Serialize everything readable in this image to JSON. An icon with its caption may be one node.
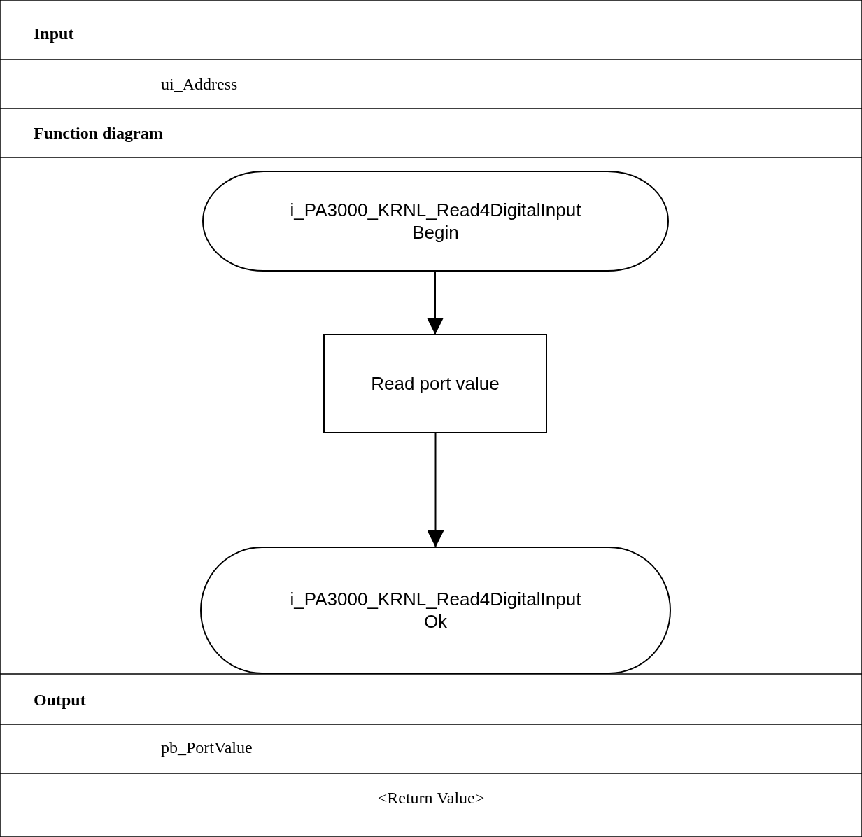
{
  "diagram": {
    "nodes": [
      {
        "text": [
          "i_PA3000_KRNL_Read4DigitalInput Begin"
        ]
      },
      {
        "text": [
          "Read port value"
        ]
      },
      {
        "text": [
          "i_PA3000_KRNL_Read4DigitalInput Ok"
        ]
      }
    ],
    "edges": [
      {
        "from": 0,
        "to": 1,
        "arrow": "to"
      },
      {
        "from": 1,
        "to": 2,
        "arrow": "to"
      }
    ],
    "labels": [
      "Input",
      "ui_Address",
      "Function diagram",
      "Output",
      "pb_PortValue",
      "<Return Value>"
    ]
  }
}
